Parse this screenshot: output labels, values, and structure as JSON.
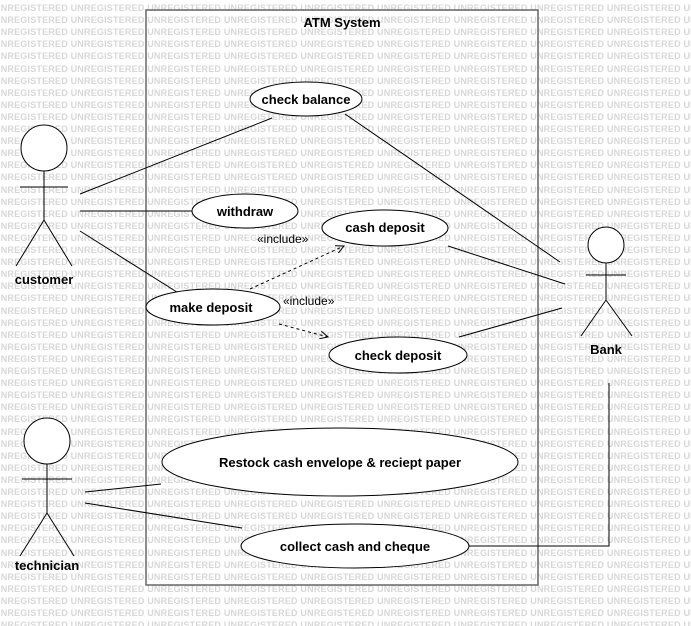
{
  "watermark": "UNREGISTERED",
  "system": {
    "title": "ATM System"
  },
  "actors": {
    "customer": "customer",
    "technician": "technician",
    "bank": "Bank"
  },
  "use_cases": {
    "check_balance": "check balance",
    "withdraw": "withdraw",
    "cash_deposit": "cash deposit",
    "make_deposit": "make deposit",
    "check_deposit": "check deposit",
    "restock": "Restock cash envelope & reciept paper",
    "collect": "collect cash and cheque"
  },
  "relations": {
    "include_1": "«include»",
    "include_2": "«include»"
  }
}
